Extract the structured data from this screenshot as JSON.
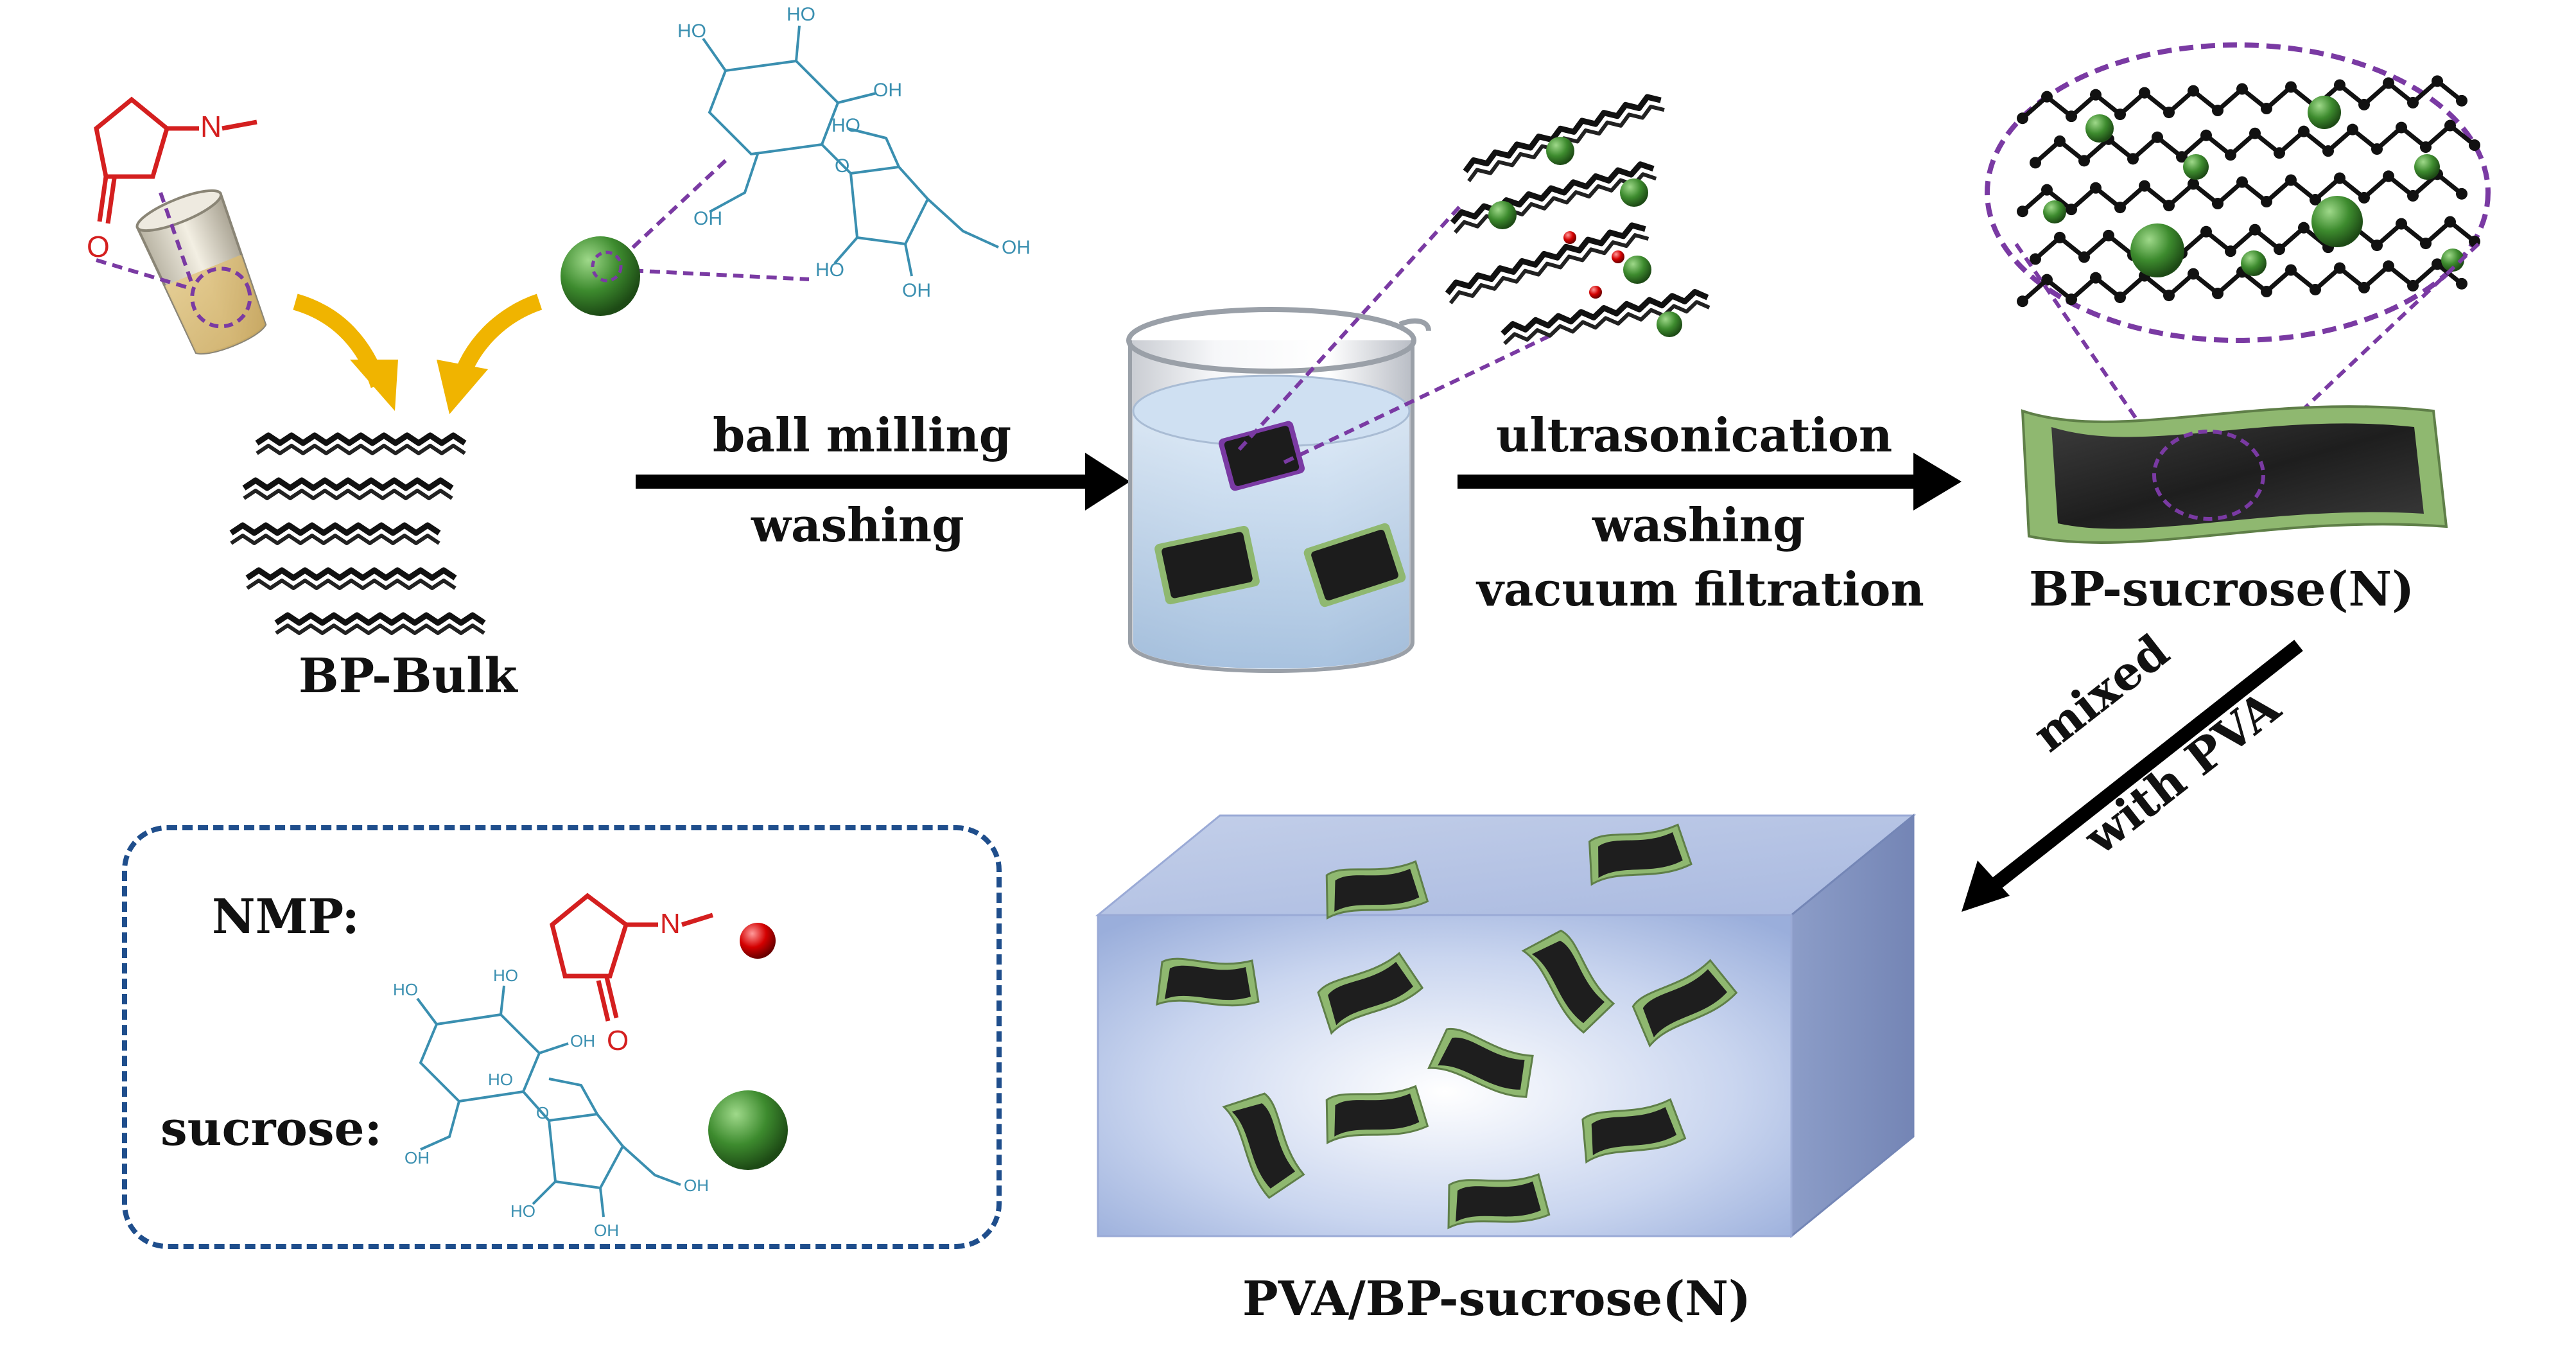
{
  "labels": {
    "bp_bulk": "BP-Bulk",
    "bp_sucrose": "BP-sucrose(N)",
    "pva_bp_sucrose": "PVA/BP-sucrose(N)"
  },
  "steps": {
    "step1": [
      "ball milling",
      "washing"
    ],
    "step2": [
      "ultrasonication",
      "washing",
      "vacuum filtration"
    ],
    "step3": [
      "mixed",
      "with PVA"
    ]
  },
  "legend": {
    "nmp_label": "NMP:",
    "sucrose_label": "sucrose:"
  },
  "molecule_text": {
    "oh": "OH",
    "ho": "HO",
    "o": "O",
    "n": "N"
  },
  "colors": {
    "nmp": "#d41f1f",
    "sucrose_mol": "#3a8fb0",
    "sucrose_sphere": "#3d8b2e",
    "dashed_purple": "#7a3aa3",
    "arrow_yellow": "#f0b400",
    "legend_border": "#1f4e8c",
    "bp_flake": "#1a1a1a",
    "flake_rim": "#7fa660"
  }
}
